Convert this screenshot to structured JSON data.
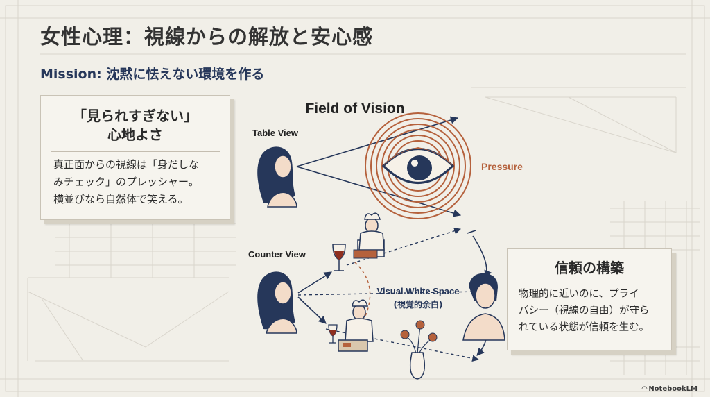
{
  "title": "女性心理：視線からの解放と安心感",
  "subtitle": "Mission: 沈黙に怯えない環境を作る",
  "left_card": {
    "heading_line1": "「見られすぎない」",
    "heading_line2": "心地よさ",
    "body_line1": "真正面からの視線は「身だしな",
    "body_line2": "みチェック」のプレッシャー。",
    "body_line3": "横並びなら自然体で笑える。"
  },
  "right_card": {
    "heading": "信頼の構築",
    "body_line1": "物理的に近いのに、プライ",
    "body_line2": "バシー（視線の自由）が守ら",
    "body_line3": "れている状態が信頼を生む。"
  },
  "diagram": {
    "heading": "Field of Vision",
    "table_view_label": "Table View",
    "counter_view_label": "Counter View",
    "pressure_label": "Pressure",
    "visual_white_space_label": "Visual White Space",
    "visual_white_space_sub": "(視覚的余白)"
  },
  "colors": {
    "background": "#f1efe8",
    "navy": "#26375a",
    "rust": "#b5613c",
    "skin": "#f3dcc9"
  },
  "brand": {
    "name": "NotebookLM",
    "icon": "notebooklm-logo-icon"
  }
}
